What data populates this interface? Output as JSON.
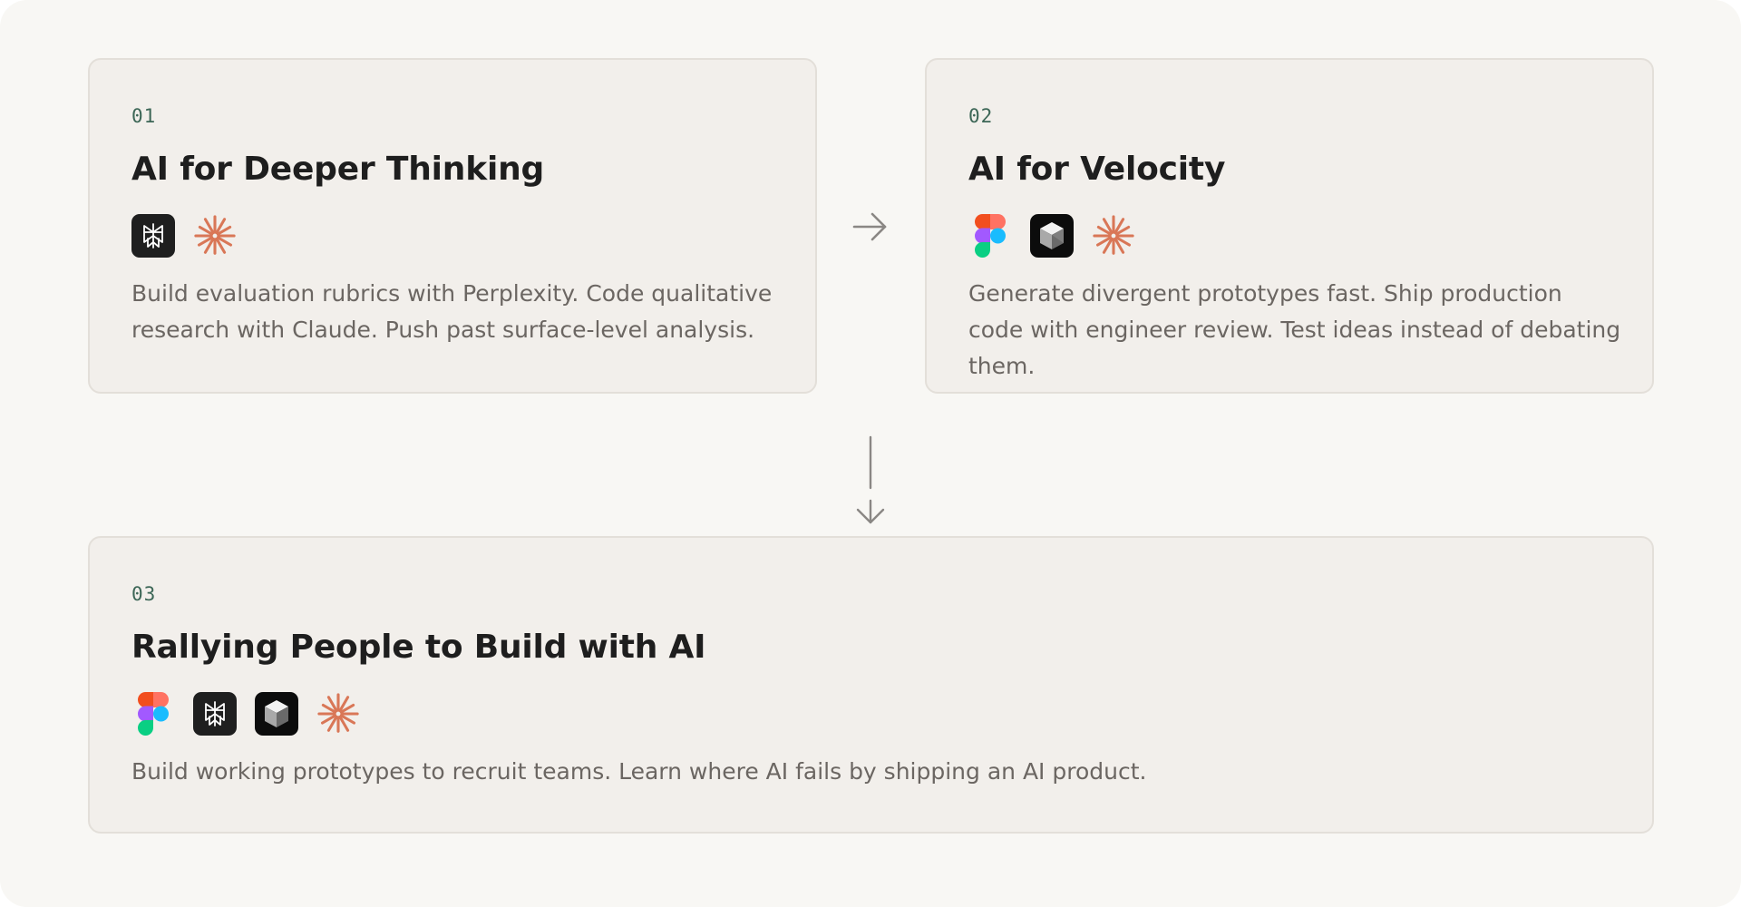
{
  "colors": {
    "page_bg": "#f8f7f4",
    "card_bg": "#f2efeb",
    "card_border": "#e3dfd9",
    "step_number": "#3c6656",
    "title": "#1e1e1e",
    "body_text": "#6b6662",
    "connector": "#8a8784",
    "claude_orange": "#d97757"
  },
  "cards": [
    {
      "number": "01",
      "title": "AI for Deeper Thinking",
      "icons": [
        "perplexity-icon",
        "claude-icon"
      ],
      "description": "Build evaluation rubrics with Perplexity. Code qualitative research with Claude. Push past surface-level analysis."
    },
    {
      "number": "02",
      "title": "AI for Velocity",
      "icons": [
        "figma-icon",
        "cube-app-icon",
        "claude-icon"
      ],
      "description": "Generate divergent prototypes fast. Ship production code with engineer review. Test ideas instead of debating them."
    },
    {
      "number": "03",
      "title": "Rallying People to Build with AI",
      "icons": [
        "figma-icon",
        "perplexity-icon",
        "cube-app-icon",
        "claude-icon"
      ],
      "description": "Build working prototypes to recruit teams. Learn where AI fails by shipping an AI product."
    }
  ],
  "connectors": [
    {
      "from": "01",
      "to": "02",
      "direction": "right"
    },
    {
      "from": "02",
      "to": "03",
      "direction": "down"
    }
  ]
}
